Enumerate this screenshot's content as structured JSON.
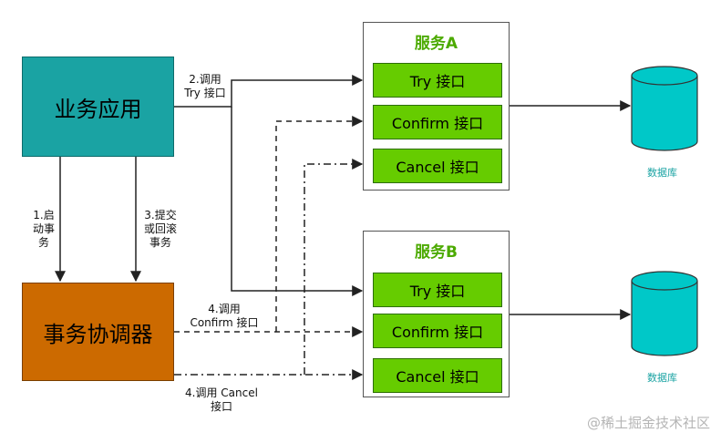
{
  "app": "业务应用",
  "coordinator": "事务协调器",
  "service_a": {
    "title": "服务A",
    "ops": [
      "Try 接口",
      "Confirm 接口",
      "Cancel 接口"
    ]
  },
  "service_b": {
    "title": "服务B",
    "ops": [
      "Try 接口",
      "Confirm 接口",
      "Cancel 接口"
    ]
  },
  "labels": {
    "start_tx": [
      "1.启",
      "动事",
      "务"
    ],
    "commit_rollback": [
      "3.提交",
      "或回滚",
      "事务"
    ],
    "call_try": [
      "2.调用",
      "Try 接口"
    ],
    "call_confirm": [
      "4.调用",
      "Confirm 接口"
    ],
    "call_cancel": [
      "4.调用 Cancel",
      "接口"
    ]
  },
  "db_label": "数据库",
  "watermark": "@稀土掘金技术社区",
  "colors": {
    "app_fill": "#1aa3a3",
    "coordinator_fill": "#cc6a00",
    "op_fill": "#66cc00",
    "service_title": "#4caa00",
    "db_fill": "#00c8c8"
  }
}
